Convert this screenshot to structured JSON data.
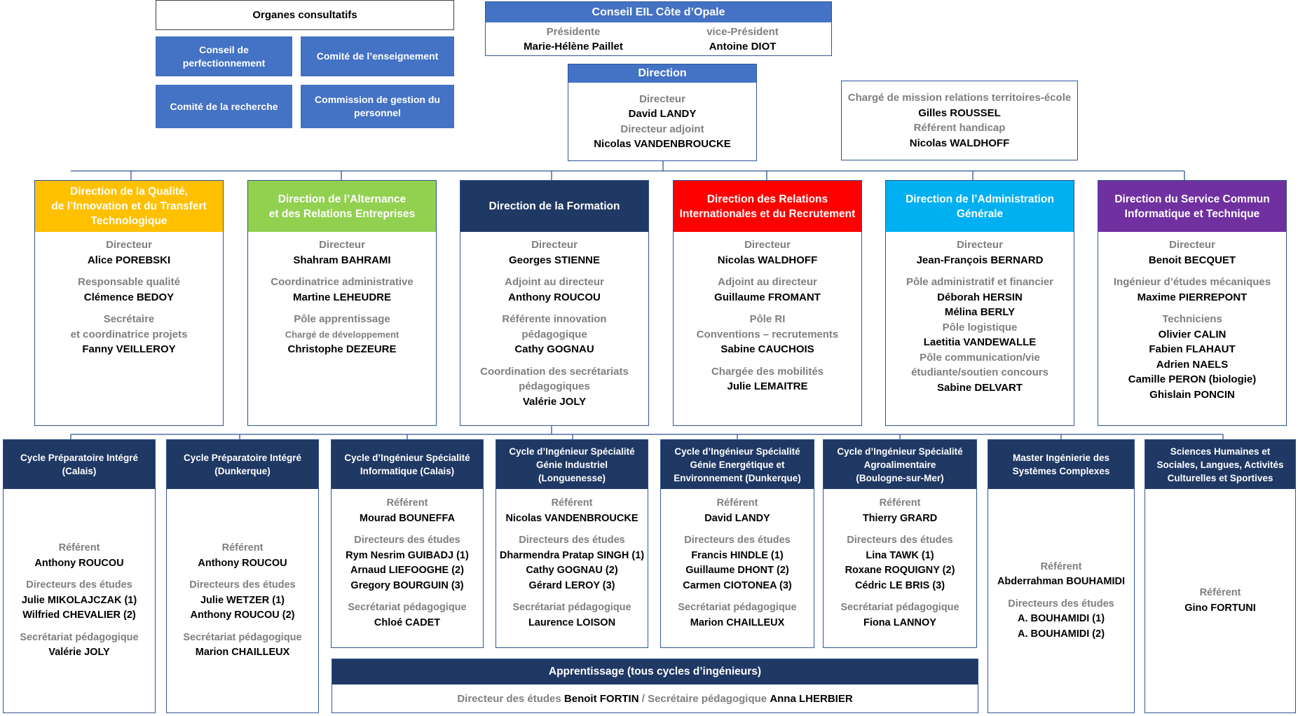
{
  "organes": {
    "title": "Organes consultatifs",
    "items": [
      "Conseil de\nperfectionnement",
      "Comité de l’enseignement",
      "Comité de la recherche",
      "Commission de gestion du\npersonnel"
    ]
  },
  "conseil": {
    "title": "Conseil EIL Côte d’Opale",
    "pres_role": "Présidente",
    "pres_name": "Marie-Hélène Paillet",
    "vice_role": "vice-Président",
    "vice_name": "Antoine DIOT"
  },
  "direction": {
    "title": "Direction",
    "lines": [
      {
        "t": "Directeur",
        "k": "r"
      },
      {
        "t": "David LANDY",
        "k": "n"
      },
      {
        "t": "Directeur adjoint",
        "k": "r"
      },
      {
        "t": "Nicolas VANDENBROUCKE",
        "k": "n"
      }
    ]
  },
  "mission": {
    "lines": [
      {
        "t": "Chargé de mission relations territoires-école",
        "k": "r"
      },
      {
        "t": "Gilles ROUSSEL",
        "k": "n"
      },
      {
        "t": "Référent handicap",
        "k": "r"
      },
      {
        "t": "Nicolas WALDHOFF",
        "k": "n"
      }
    ]
  },
  "colors": {
    "blue": "#4472c4",
    "navy": "#1f3864",
    "gold": "#ffc000",
    "green": "#92d050",
    "red": "#ff0000",
    "cyan": "#00b0f0",
    "purple": "#7030a0",
    "border": "#2f5597",
    "gray": "#7f7f7f"
  },
  "departments": [
    {
      "title": "Direction de la Qualité,\nde l’Innovation et du Transfert\nTechnologique",
      "color": "#ffc000",
      "lines": [
        {
          "t": "Directeur",
          "k": "r"
        },
        {
          "t": "Alice POREBSKI",
          "k": "n"
        },
        {
          "k": "g"
        },
        {
          "t": "Responsable qualité",
          "k": "r"
        },
        {
          "t": "Clémence BEDOY",
          "k": "n"
        },
        {
          "k": "g"
        },
        {
          "t": "Secrétaire\net coordinatrice projets",
          "k": "r"
        },
        {
          "t": "Fanny VEILLEROY",
          "k": "n"
        }
      ]
    },
    {
      "title": "Direction de l’Alternance\net des Relations  Entreprises",
      "color": "#92d050",
      "lines": [
        {
          "t": "Directeur",
          "k": "r"
        },
        {
          "t": "Shahram BAHRAMI",
          "k": "n"
        },
        {
          "k": "g"
        },
        {
          "t": "Coordinatrice administrative",
          "k": "r"
        },
        {
          "t": "Martine LEHEUDRE",
          "k": "n"
        },
        {
          "k": "g"
        },
        {
          "t": "Pôle apprentissage",
          "k": "r"
        },
        {
          "t": "Chargé de développement",
          "k": "rs"
        },
        {
          "t": "Christophe DEZEURE",
          "k": "n"
        }
      ]
    },
    {
      "title": "Direction de la Formation",
      "color": "#1f3864",
      "lines": [
        {
          "t": "Directeur",
          "k": "r"
        },
        {
          "t": "Georges STIENNE",
          "k": "n"
        },
        {
          "k": "g"
        },
        {
          "t": "Adjoint au directeur",
          "k": "r"
        },
        {
          "t": "Anthony ROUCOU",
          "k": "n"
        },
        {
          "k": "g"
        },
        {
          "t": "Référente innovation\npédagogique",
          "k": "r"
        },
        {
          "t": "Cathy GOGNAU",
          "k": "n"
        },
        {
          "k": "g"
        },
        {
          "t": "Coordination des secrétariats\npédagogiques",
          "k": "r"
        },
        {
          "t": "Valérie JOLY",
          "k": "n"
        }
      ]
    },
    {
      "title": "Direction des Relations\nInternationales et du Recrutement",
      "color": "#ff0000",
      "lines": [
        {
          "t": "Directeur",
          "k": "r"
        },
        {
          "t": "Nicolas WALDHOFF",
          "k": "n"
        },
        {
          "k": "g"
        },
        {
          "t": "Adjoint au directeur",
          "k": "r"
        },
        {
          "t": "Guillaume FROMANT",
          "k": "n"
        },
        {
          "k": "g"
        },
        {
          "t": "Pôle RI\nConventions – recrutements",
          "k": "r"
        },
        {
          "t": "Sabine CAUCHOIS",
          "k": "n"
        },
        {
          "k": "g"
        },
        {
          "t": "Chargée des mobilités",
          "k": "r"
        },
        {
          "t": "Julie LEMAITRE",
          "k": "n"
        }
      ]
    },
    {
      "title": "Direction de l’Administration\nGénérale",
      "color": "#00b0f0",
      "lines": [
        {
          "t": "Directeur",
          "k": "r"
        },
        {
          "t": "Jean-François BERNARD",
          "k": "n"
        },
        {
          "k": "g"
        },
        {
          "t": "Pôle administratif et financier",
          "k": "r"
        },
        {
          "t": "Déborah HERSIN",
          "k": "n"
        },
        {
          "t": "Mélina BERLY",
          "k": "n"
        },
        {
          "t": "Pôle logistique",
          "k": "r"
        },
        {
          "t": "Laetitia VANDEWALLE",
          "k": "n"
        },
        {
          "t": "Pôle communication/vie\nétudiante/soutien concours",
          "k": "r"
        },
        {
          "t": "Sabine DELVART",
          "k": "n"
        }
      ]
    },
    {
      "title": "Direction du Service Commun\nInformatique et Technique",
      "color": "#7030a0",
      "lines": [
        {
          "t": "Directeur",
          "k": "r"
        },
        {
          "t": "Benoit BECQUET",
          "k": "n"
        },
        {
          "k": "g"
        },
        {
          "t": "Ingénieur d’études mécaniques",
          "k": "r"
        },
        {
          "t": "Maxime PIERREPONT",
          "k": "n"
        },
        {
          "k": "g"
        },
        {
          "t": "Techniciens",
          "k": "r"
        },
        {
          "t": "Olivier CALIN",
          "k": "n"
        },
        {
          "t": "Fabien FLAHAUT",
          "k": "n"
        },
        {
          "t": "Adrien NAELS",
          "k": "n"
        },
        {
          "t": "Camille PERON (biologie)",
          "k": "n"
        },
        {
          "t": "Ghislain PONCIN",
          "k": "n"
        }
      ]
    }
  ],
  "cycles": [
    {
      "title": "Cycle Préparatoire Intégré\n(Calais)",
      "lines": [
        {
          "t": "Référent",
          "k": "r"
        },
        {
          "t": "Anthony ROUCOU",
          "k": "n"
        },
        {
          "k": "g"
        },
        {
          "t": "Directeurs des études",
          "k": "r"
        },
        {
          "t": "Julie MIKOLAJCZAK (1)",
          "k": "n"
        },
        {
          "t": "Wilfried CHEVALIER (2)",
          "k": "n"
        },
        {
          "k": "g"
        },
        {
          "t": "Secrétariat pédagogique",
          "k": "r"
        },
        {
          "t": "Valérie JOLY",
          "k": "n"
        }
      ]
    },
    {
      "title": "Cycle Préparatoire Intégré\n(Dunkerque)",
      "lines": [
        {
          "t": "Référent",
          "k": "r"
        },
        {
          "t": "Anthony ROUCOU",
          "k": "n"
        },
        {
          "k": "g"
        },
        {
          "t": "Directeurs des études",
          "k": "r"
        },
        {
          "t": "Julie WETZER (1)",
          "k": "n"
        },
        {
          "t": "Anthony ROUCOU (2)",
          "k": "n"
        },
        {
          "k": "g"
        },
        {
          "t": "Secrétariat pédagogique",
          "k": "r"
        },
        {
          "t": "Marion CHAILLEUX",
          "k": "n"
        }
      ]
    },
    {
      "title": "Cycle d’Ingénieur Spécialité\nInformatique (Calais)",
      "lines": [
        {
          "t": "Référent",
          "k": "r"
        },
        {
          "t": "Mourad BOUNEFFA",
          "k": "n"
        },
        {
          "k": "g"
        },
        {
          "t": "Directeurs des études",
          "k": "r"
        },
        {
          "t": "Rym Nesrim GUIBADJ (1)",
          "k": "n"
        },
        {
          "t": "Arnaud LIEFOOGHE (2)",
          "k": "n"
        },
        {
          "t": "Gregory BOURGUIN (3)",
          "k": "n"
        },
        {
          "k": "g"
        },
        {
          "t": "Secrétariat pédagogique",
          "k": "r"
        },
        {
          "t": "Chloé CADET",
          "k": "n"
        }
      ]
    },
    {
      "title": "Cycle d’Ingénieur Spécialité\nGénie Industriel\n(Longuenesse)",
      "lines": [
        {
          "t": "Référent",
          "k": "r"
        },
        {
          "t": "Nicolas VANDENBROUCKE",
          "k": "n"
        },
        {
          "k": "g"
        },
        {
          "t": "Directeurs des études",
          "k": "r"
        },
        {
          "t": "Dharmendra Pratap SINGH (1)",
          "k": "ns"
        },
        {
          "t": "Cathy GOGNAU (2)",
          "k": "n"
        },
        {
          "t": "Gérard LEROY (3)",
          "k": "n"
        },
        {
          "k": "g"
        },
        {
          "t": "Secrétariat pédagogique",
          "k": "r"
        },
        {
          "t": "Laurence LOISON",
          "k": "n"
        }
      ]
    },
    {
      "title": "Cycle d’Ingénieur Spécialité\nGénie Energétique et\nEnvironnement (Dunkerque)",
      "lines": [
        {
          "t": "Référent",
          "k": "r"
        },
        {
          "t": "David LANDY",
          "k": "n"
        },
        {
          "k": "g"
        },
        {
          "t": "Directeurs des études",
          "k": "r"
        },
        {
          "t": "Francis HINDLE (1)",
          "k": "n"
        },
        {
          "t": "Guillaume DHONT (2)",
          "k": "n"
        },
        {
          "t": "Carmen CIOTONEA (3)",
          "k": "n"
        },
        {
          "k": "g"
        },
        {
          "t": "Secrétariat pédagogique",
          "k": "r"
        },
        {
          "t": "Marion CHAILLEUX",
          "k": "n"
        }
      ]
    },
    {
      "title": "Cycle d’Ingénieur Spécialité\nAgroalimentaire\n(Boulogne-sur-Mer)",
      "lines": [
        {
          "t": "Référent",
          "k": "r"
        },
        {
          "t": "Thierry GRARD",
          "k": "n"
        },
        {
          "k": "g"
        },
        {
          "t": "Directeurs des études",
          "k": "r"
        },
        {
          "t": "Lina TAWK (1)",
          "k": "n"
        },
        {
          "t": "Roxane ROQUIGNY (2)",
          "k": "n"
        },
        {
          "t": "Cédric LE BRIS (3)",
          "k": "n"
        },
        {
          "k": "g"
        },
        {
          "t": "Secrétariat pédagogique",
          "k": "r"
        },
        {
          "t": "Fiona LANNOY",
          "k": "n"
        }
      ]
    },
    {
      "title": "Master Ingénierie des\nSystèmes Complexes",
      "lines": [
        {
          "t": "Référent",
          "k": "r"
        },
        {
          "t": "Abderrahman BOUHAMIDI",
          "k": "n"
        },
        {
          "k": "g"
        },
        {
          "t": "Directeurs des études",
          "k": "r"
        },
        {
          "t": "A. BOUHAMIDI (1)",
          "k": "n"
        },
        {
          "t": "A. BOUHAMIDI (2)",
          "k": "n"
        }
      ]
    },
    {
      "title": "Sciences Humaines et\nSociales, Langues, Activités\nCulturelles et Sportives",
      "lines": [
        {
          "t": "Référent",
          "k": "r"
        },
        {
          "t": "Gino FORTUNI",
          "k": "n"
        }
      ]
    }
  ],
  "apprentissage": {
    "title": "Apprentissage (tous cycles d’ingénieurs)",
    "label1": "Directeur des études ",
    "name1": "Benoit FORTIN",
    "sep": " / ",
    "label2": "Secrétaire pédagogique ",
    "name2": "Anna LHERBIER"
  }
}
